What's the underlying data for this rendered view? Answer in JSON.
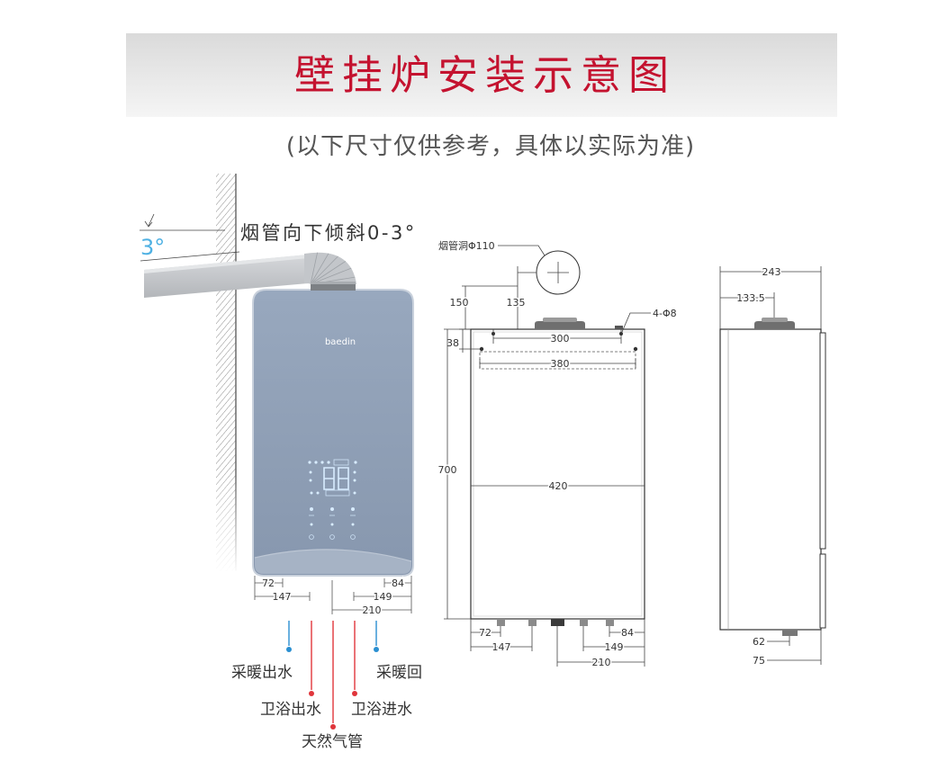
{
  "title": "壁挂炉安装示意图",
  "subtitle": "(以下尺寸仅供参考，具体以实际为准)",
  "colors": {
    "title": "#c4122f",
    "angle_label": "#4fb1e3",
    "heating_pipe": "#2b8fd1",
    "water_gas_pipe": "#e0353b"
  },
  "left_view": {
    "flue_slope_note": "烟管向下倾斜0-3°",
    "angle_label": "3°",
    "logo": "baedin",
    "dimensions": [
      "72",
      "84",
      "147",
      "149",
      "210"
    ],
    "pipes": [
      {
        "label": "采暖出水"
      },
      {
        "label": "采暖回"
      },
      {
        "label": "卫浴出水"
      },
      {
        "label": "卫浴进水"
      },
      {
        "label": "天然气管"
      }
    ]
  },
  "front_view": {
    "flue_hole_label": "烟管洞Φ110",
    "mounting_holes_label": "4-Φ8",
    "dimensions": [
      "150",
      "135",
      "300",
      "38",
      "380",
      "700",
      "420",
      "72",
      "147",
      "84",
      "149",
      "210"
    ]
  },
  "side_view": {
    "dimensions": [
      "243",
      "133.5",
      "62",
      "75"
    ]
  }
}
